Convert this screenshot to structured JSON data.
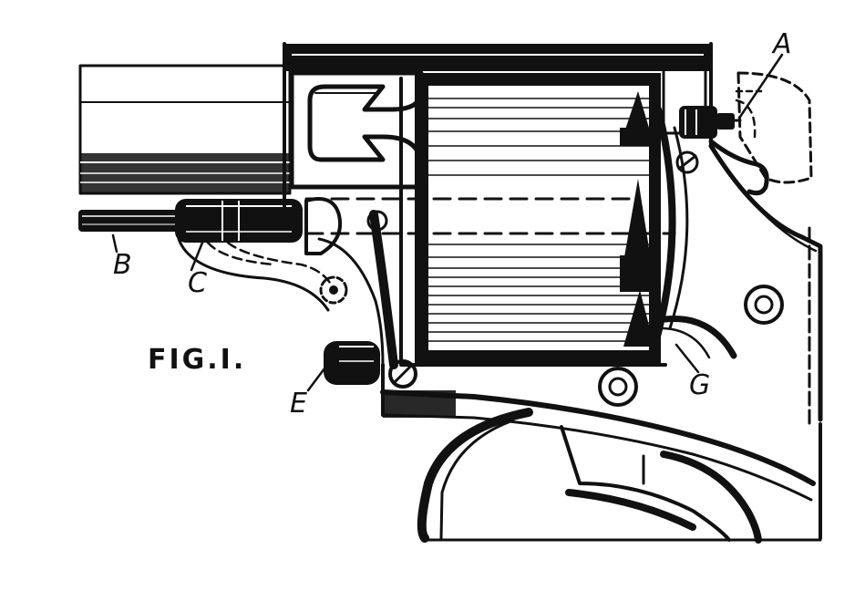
{
  "figure": {
    "caption": "FIG.I.",
    "labels": {
      "a": "A",
      "b": "B",
      "c": "C",
      "e": "E",
      "g": "G"
    }
  }
}
